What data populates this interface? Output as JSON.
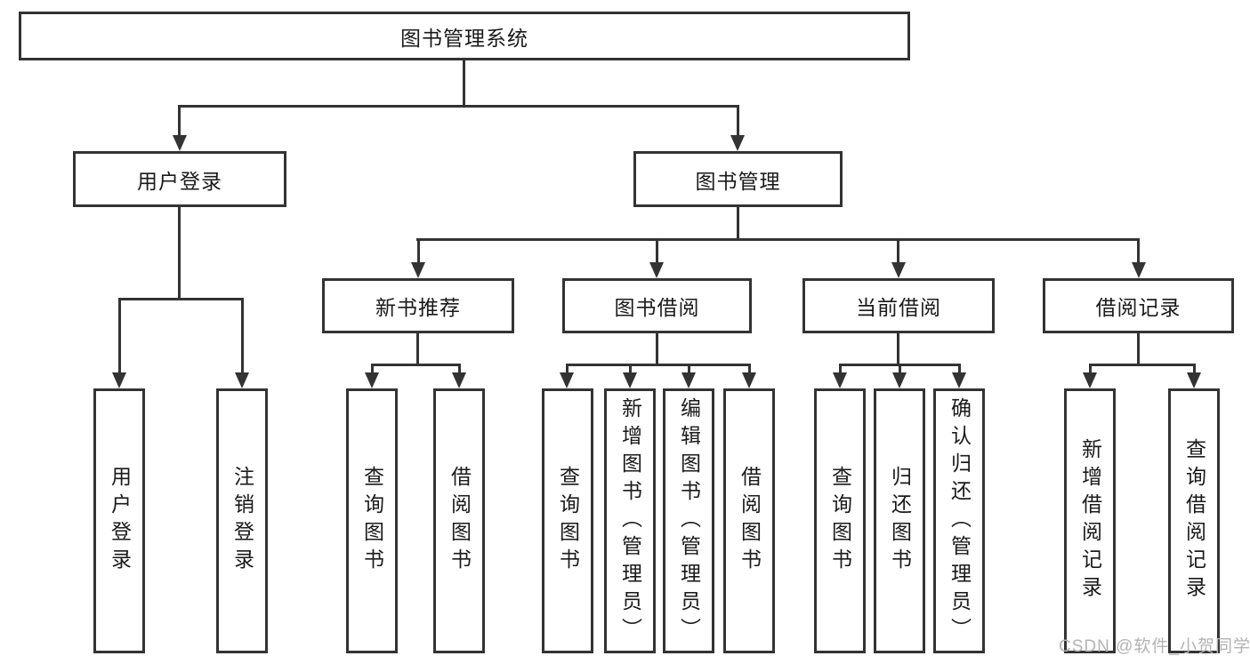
{
  "diagram": {
    "root": {
      "label": "图书管理系统"
    },
    "level2": [
      {
        "label": "用户登录"
      },
      {
        "label": "图书管理"
      }
    ],
    "level3": [
      {
        "label": "新书推荐"
      },
      {
        "label": "图书借阅"
      },
      {
        "label": "当前借阅"
      },
      {
        "label": "借阅记录"
      }
    ],
    "leaves": {
      "login": [
        {
          "label": "用户登录"
        },
        {
          "label": "注销登录"
        }
      ],
      "recommend": [
        {
          "label": "查询图书"
        },
        {
          "label": "借阅图书"
        }
      ],
      "borrow": [
        {
          "label": "查询图书"
        },
        {
          "label": "新增图书（管理员）"
        },
        {
          "label": "编辑图书（管理员）"
        },
        {
          "label": "借阅图书"
        }
      ],
      "current": [
        {
          "label": "查询图书"
        },
        {
          "label": "归还图书"
        },
        {
          "label": "确认归还（管理员）"
        }
      ],
      "records": [
        {
          "label": "新增借阅记录"
        },
        {
          "label": "查询借阅记录"
        }
      ]
    },
    "watermark": "CSDN @软件_小贺同学",
    "colors": {
      "line": "#333333",
      "text": "#1a1a1a",
      "watermark": "#b3b3b3",
      "background": "#ffffff"
    }
  }
}
